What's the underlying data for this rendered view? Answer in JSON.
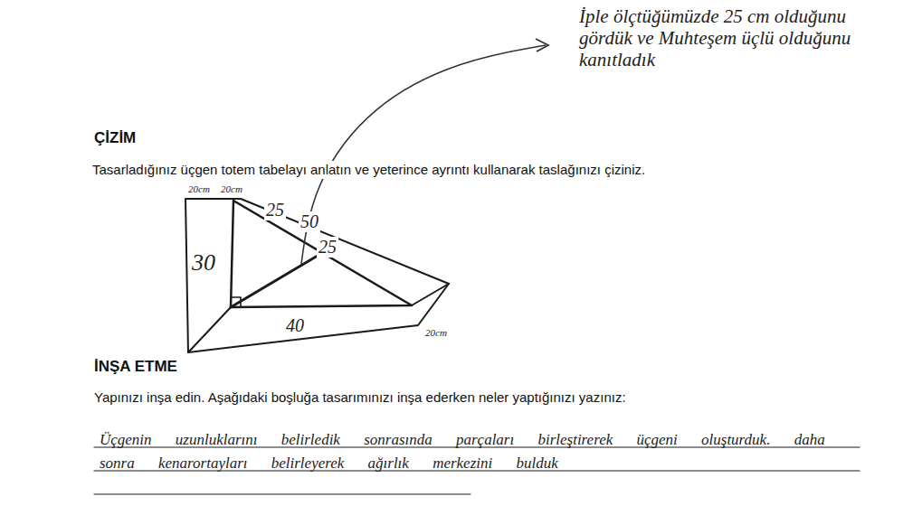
{
  "diagram": {
    "labels": [
      "İple ölçtüğümüzde 25 cm olduğunu gördük ve Muhteşem üçlü olduğunu kanıtladık",
      "ÇİZİM",
      "Tasarladığınız üçgen totem tabelayı anlatın ve yeterince ayrıntı kullanarak taslağınızı çiziniz.",
      "20cm",
      "20cm",
      "30",
      "25",
      "50",
      "25",
      "40",
      "20cm",
      "İNŞA ETME",
      "Yapınızı inşa edin. Aşağıdaki boşluğa tasarımınızı inşa ederken neler yaptığınızı yazınız:",
      "Üçgenin uzunluklarını belirledik sonrasında parçaları birleştirerek üçgeni oluşturduk. daha sonra kenarortayları belirleyerek ağırlık merkezini bulduk"
    ]
  }
}
